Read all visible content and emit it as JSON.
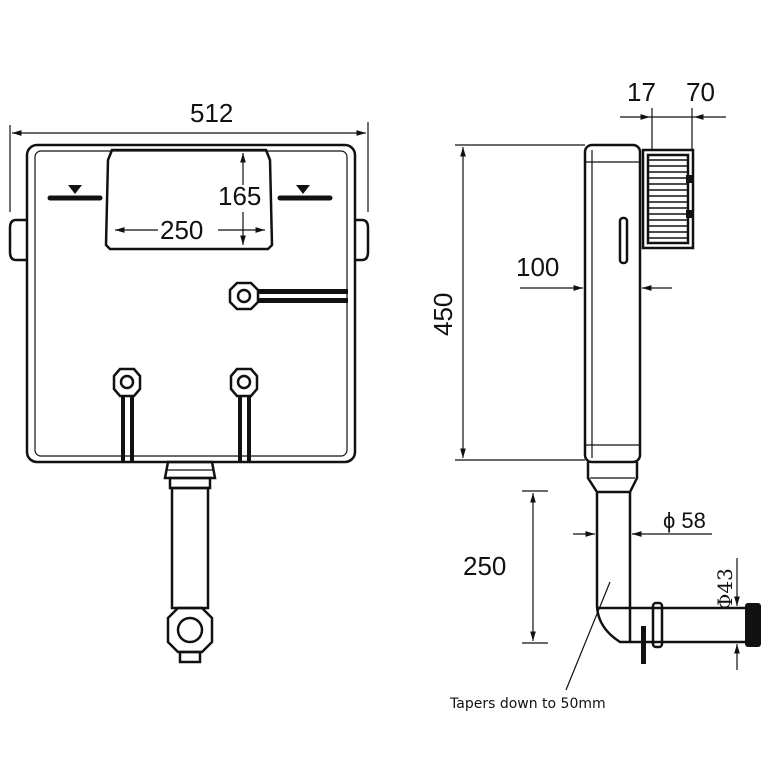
{
  "front_view": {
    "width_label": "512",
    "panel_height_label": "165",
    "panel_width_label": "250"
  },
  "side_view": {
    "depth_a_label": "17",
    "depth_b_label": "70",
    "depth_label": "100",
    "height_label": "450",
    "outlet_drop_label": "250",
    "outlet_diameter_label": "ϕ 58",
    "connector_diameter_label": "Φ43",
    "taper_note": "Tapers down to 50mm"
  }
}
